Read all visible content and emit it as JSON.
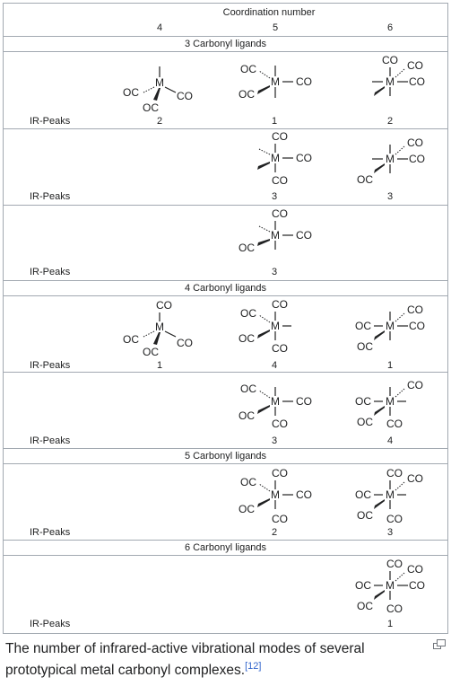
{
  "header": {
    "title": "Coordination number",
    "numbers": [
      "4",
      "5",
      "6"
    ]
  },
  "sections": [
    "3 Carbonyl ligands",
    "4 Carbonyl ligands",
    "5 Carbonyl ligands",
    "6 Carbonyl ligands"
  ],
  "ir_label": "IR-Peaks",
  "peaks": {
    "r1": [
      "2",
      "1",
      "2"
    ],
    "r2": [
      "3",
      "3"
    ],
    "r3": [
      "3"
    ],
    "r4": [
      "1",
      "4",
      "1"
    ],
    "r5": [
      "3",
      "4"
    ],
    "r6": [
      "2",
      "3"
    ],
    "r7": [
      "1"
    ]
  },
  "atoms": {
    "metal": "M",
    "carbonyl": "CO",
    "carbonyl_left": "OC"
  },
  "caption": {
    "text": "The number of infrared-active vibrational modes of several prototypical metal carbonyl complexes.",
    "citation": "[12]"
  }
}
